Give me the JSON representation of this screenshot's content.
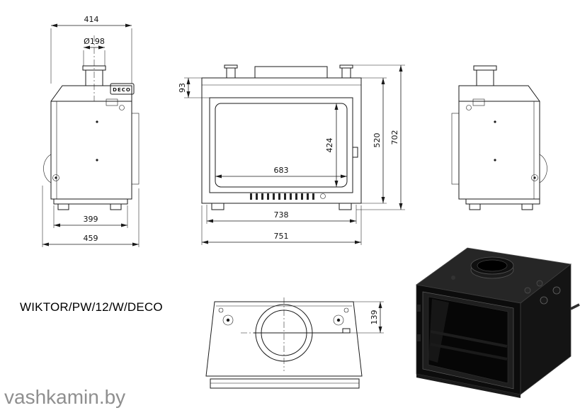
{
  "page": {
    "model_label": "WIKTOR/PW/12/W/DECO",
    "watermark": "vashkamin.by"
  },
  "labels": {
    "deco_badge": "DECO"
  },
  "dimensions": {
    "side_view": {
      "top_depth": "414",
      "flue_diameter": "Ø198",
      "base_depth": "399",
      "total_depth": "459"
    },
    "front_view": {
      "top_to_glass": "93",
      "glass_height": "424",
      "body_height": "520",
      "total_height": "702",
      "glass_width": "683",
      "body_width": "738",
      "total_width": "751"
    },
    "top_view": {
      "flue_rod_offset": "139"
    }
  }
}
